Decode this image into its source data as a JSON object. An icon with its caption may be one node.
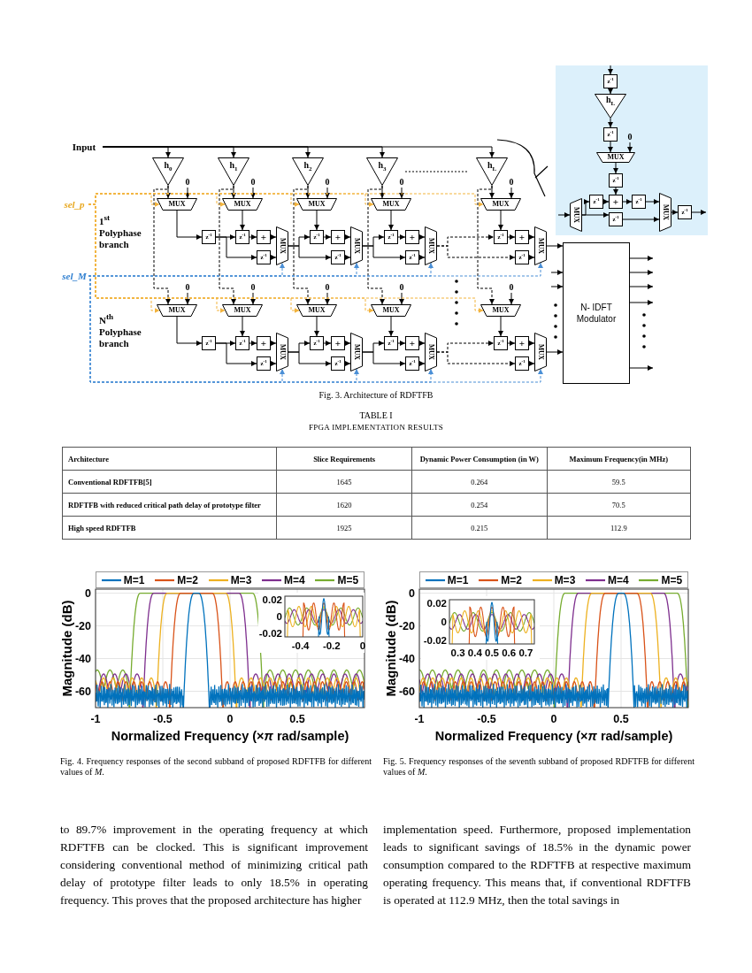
{
  "diagram": {
    "nodes": [
      {
        "text": [
          "Input"
        ]
      },
      {
        "text": [
          "h$_{0}$"
        ]
      },
      {
        "text": [
          "h$_{1}$"
        ]
      },
      {
        "text": [
          "h$_{2}$"
        ]
      },
      {
        "text": [
          "h$_{3}$"
        ]
      },
      {
        "text": [
          "h$_{L}$"
        ]
      },
      {
        "text": [
          "0"
        ]
      },
      {
        "text": [
          "MUX"
        ]
      },
      {
        "text": [
          "0"
        ]
      },
      {
        "text": [
          "MUX"
        ]
      },
      {
        "text": [
          "0"
        ]
      },
      {
        "text": [
          "MUX"
        ]
      },
      {
        "text": [
          "0"
        ]
      },
      {
        "text": [
          "MUX"
        ]
      },
      {
        "text": [
          "0"
        ]
      },
      {
        "text": [
          "MUX"
        ]
      },
      {
        "text": [
          "z$^{-1}$"
        ]
      },
      {
        "text": [
          "z$^{-1}$"
        ]
      },
      {
        "text": [
          "+"
        ]
      },
      {
        "text": [
          "z$^{-1}$"
        ]
      },
      {
        "text": [
          "MUX"
        ]
      },
      {
        "text": [
          "z$^{-1}$"
        ]
      },
      {
        "text": [
          "+"
        ]
      },
      {
        "text": [
          "z$^{-1}$"
        ]
      },
      {
        "text": [
          "MUX"
        ]
      },
      {
        "text": [
          "z$^{-1}$"
        ]
      },
      {
        "text": [
          "+"
        ]
      },
      {
        "text": [
          "z$^{-1}$"
        ]
      },
      {
        "text": [
          "MUX"
        ]
      },
      {
        "text": [
          "z$^{-1}$"
        ]
      },
      {
        "text": [
          "+"
        ]
      },
      {
        "text": [
          "z$^{-1}$"
        ]
      },
      {
        "text": [
          "MUX"
        ]
      },
      {
        "text": [
          "0"
        ]
      },
      {
        "text": [
          "MUX"
        ]
      },
      {
        "text": [
          "0"
        ]
      },
      {
        "text": [
          "MUX"
        ]
      },
      {
        "text": [
          "0"
        ]
      },
      {
        "text": [
          "MUX"
        ]
      },
      {
        "text": [
          "0"
        ]
      },
      {
        "text": [
          "MUX"
        ]
      },
      {
        "text": [
          "0"
        ]
      },
      {
        "text": [
          "MUX"
        ]
      },
      {
        "text": [
          "z$^{-1}$"
        ]
      },
      {
        "text": [
          "z$^{-1}$"
        ]
      },
      {
        "text": [
          "+"
        ]
      },
      {
        "text": [
          "z$^{-1}$"
        ]
      },
      {
        "text": [
          "MUX"
        ]
      },
      {
        "text": [
          "z$^{-1}$"
        ]
      },
      {
        "text": [
          "+"
        ]
      },
      {
        "text": [
          "z$^{-1}$"
        ]
      },
      {
        "text": [
          "MUX"
        ]
      },
      {
        "text": [
          "z$^{-1}$"
        ]
      },
      {
        "text": [
          "+"
        ]
      },
      {
        "text": [
          "z$^{-1}$"
        ]
      },
      {
        "text": [
          "MUX"
        ]
      },
      {
        "text": [
          "z$^{-1}$"
        ]
      },
      {
        "text": [
          "+"
        ]
      },
      {
        "text": [
          "z$^{-1}$"
        ]
      },
      {
        "text": [
          "MUX"
        ]
      },
      {
        "text": [
          "sel_p"
        ]
      },
      {
        "text": [
          "sel_M"
        ]
      },
      {
        "text": [
          "N- IDFT Modulator"
        ]
      },
      {
        "text": [],
        "shape": "box"
      },
      {
        "text": [
          "z$^{-1}$"
        ],
        "in": 63
      },
      {
        "text": [
          "h$_{L}$"
        ],
        "in": 63
      },
      {
        "text": [
          "z$^{-1}$"
        ],
        "in": 63
      },
      {
        "text": [
          "0"
        ],
        "in": 63
      },
      {
        "text": [
          "MUX"
        ],
        "in": 63
      },
      {
        "text": [
          "z$^{-1}$"
        ],
        "in": 63
      },
      {
        "text": [
          "MUX"
        ],
        "in": 63
      },
      {
        "text": [
          "z$^{-1}$"
        ],
        "in": 63
      },
      {
        "text": [
          "+"
        ],
        "in": 63
      },
      {
        "text": [
          "z$^{-1}$"
        ],
        "in": 63
      },
      {
        "text": [
          "z$^{-1}$"
        ],
        "in": 63
      },
      {
        "text": [
          "MUX"
        ],
        "in": 63
      },
      {
        "text": [
          "z$^{-1}$"
        ],
        "in": 63
      }
    ],
    "edges": [
      {
        "from": 0,
        "to": 1,
        "arrow": "to"
      },
      {
        "from": 0,
        "to": 2,
        "arrow": "to"
      },
      {
        "from": 0,
        "to": 3,
        "arrow": "to"
      },
      {
        "from": 0,
        "to": 4,
        "arrow": "to"
      },
      {
        "from": 0,
        "to": 5,
        "arrow": "to"
      },
      {
        "from": 1,
        "to": 7,
        "arrow": "to"
      },
      {
        "from": 2,
        "to": 9,
        "arrow": "to"
      },
      {
        "from": 3,
        "to": 11,
        "arrow": "to"
      },
      {
        "from": 4,
        "to": 13,
        "arrow": "to"
      },
      {
        "from": 5,
        "to": 15,
        "arrow": "to"
      },
      {
        "from": 6,
        "to": 7,
        "arrow": "to"
      },
      {
        "from": 8,
        "to": 9,
        "arrow": "to"
      },
      {
        "from": 10,
        "to": 11,
        "arrow": "to"
      },
      {
        "from": 12,
        "to": 13,
        "arrow": "to"
      },
      {
        "from": 14,
        "to": 15,
        "arrow": "to"
      },
      {
        "from": 7,
        "to": 16,
        "arrow": "to"
      },
      {
        "from": 16,
        "to": 17,
        "arrow": "to"
      },
      {
        "from": 16,
        "to": 19,
        "arrow": "to"
      },
      {
        "from": 9,
        "to": 17,
        "arrow": "to"
      },
      {
        "from": 17,
        "to": 18,
        "arrow": "to"
      },
      {
        "from": 18,
        "to": 20,
        "arrow": "to"
      },
      {
        "from": 19,
        "to": 20,
        "arrow": "to"
      },
      {
        "from": 11,
        "to": 21,
        "arrow": "to"
      },
      {
        "from": 21,
        "to": 22,
        "arrow": "to"
      },
      {
        "from": 22,
        "to": 24,
        "arrow": "to"
      },
      {
        "from": 23,
        "to": 24,
        "arrow": "to"
      },
      {
        "from": 13,
        "to": 25,
        "arrow": "to"
      },
      {
        "from": 25,
        "to": 26,
        "arrow": "to"
      },
      {
        "from": 26,
        "to": 28,
        "arrow": "to"
      },
      {
        "from": 27,
        "to": 28,
        "arrow": "to"
      },
      {
        "from": 15,
        "to": 29,
        "arrow": "to"
      },
      {
        "from": 29,
        "to": 30,
        "arrow": "to"
      },
      {
        "from": 30,
        "to": 32,
        "arrow": "to"
      },
      {
        "from": 31,
        "to": 32,
        "arrow": "to"
      },
      {
        "from": 20,
        "to": 21,
        "arrow": "to"
      },
      {
        "from": 20,
        "to": 23,
        "arrow": "to"
      },
      {
        "from": 24,
        "to": 25,
        "arrow": "to"
      },
      {
        "from": 24,
        "to": 27,
        "arrow": "to"
      },
      {
        "from": 28,
        "to": 29,
        "arrow": "to",
        "style": "dashed"
      },
      {
        "from": 28,
        "to": 31,
        "arrow": "to",
        "style": "dashed"
      },
      {
        "from": 32,
        "to": 62,
        "arrow": "to"
      },
      {
        "from": 1,
        "to": 34,
        "arrow": "to",
        "style": "dashed"
      },
      {
        "from": 2,
        "to": 36,
        "arrow": "to",
        "style": "dashed"
      },
      {
        "from": 3,
        "to": 38,
        "arrow": "to",
        "style": "dashed"
      },
      {
        "from": 4,
        "to": 40,
        "arrow": "to",
        "style": "dashed"
      },
      {
        "from": 5,
        "to": 42,
        "arrow": "to",
        "style": "dashed"
      },
      {
        "from": 33,
        "to": 34,
        "arrow": "to"
      },
      {
        "from": 35,
        "to": 36,
        "arrow": "to"
      },
      {
        "from": 37,
        "to": 38,
        "arrow": "to"
      },
      {
        "from": 39,
        "to": 40,
        "arrow": "to"
      },
      {
        "from": 41,
        "to": 42,
        "arrow": "to"
      },
      {
        "from": 34,
        "to": 43,
        "arrow": "to"
      },
      {
        "from": 43,
        "to": 44,
        "arrow": "to"
      },
      {
        "from": 43,
        "to": 46,
        "arrow": "to"
      },
      {
        "from": 36,
        "to": 44,
        "arrow": "to"
      },
      {
        "from": 44,
        "to": 45,
        "arrow": "to"
      },
      {
        "from": 45,
        "to": 47,
        "arrow": "to"
      },
      {
        "from": 46,
        "to": 47,
        "arrow": "to"
      },
      {
        "from": 38,
        "to": 48,
        "arrow": "to"
      },
      {
        "from": 48,
        "to": 49,
        "arrow": "to"
      },
      {
        "from": 49,
        "to": 51,
        "arrow": "to"
      },
      {
        "from": 50,
        "to": 51,
        "arrow": "to"
      },
      {
        "from": 40,
        "to": 52,
        "arrow": "to"
      },
      {
        "from": 52,
        "to": 53,
        "arrow": "to"
      },
      {
        "from": 53,
        "to": 55,
        "arrow": "to"
      },
      {
        "from": 54,
        "to": 55,
        "arrow": "to"
      },
      {
        "from": 42,
        "to": 56,
        "arrow": "to"
      },
      {
        "from": 56,
        "to": 57,
        "arrow": "to"
      },
      {
        "from": 57,
        "to": 59,
        "arrow": "to"
      },
      {
        "from": 58,
        "to": 59,
        "arrow": "to"
      },
      {
        "from": 47,
        "to": 48,
        "arrow": "to"
      },
      {
        "from": 47,
        "to": 50,
        "arrow": "to"
      },
      {
        "from": 51,
        "to": 52,
        "arrow": "to"
      },
      {
        "from": 51,
        "to": 54,
        "arrow": "to"
      },
      {
        "from": 55,
        "to": 56,
        "arrow": "to",
        "style": "dashed"
      },
      {
        "from": 55,
        "to": 58,
        "arrow": "to",
        "style": "dashed"
      },
      {
        "from": 59,
        "to": 62,
        "arrow": "to"
      },
      {
        "from": 60,
        "to": 7,
        "arrow": "to",
        "style": "dashed",
        "color": "#f2b33d"
      },
      {
        "from": 60,
        "to": 9,
        "arrow": "to",
        "style": "dashed",
        "color": "#f2b33d"
      },
      {
        "from": 60,
        "to": 11,
        "arrow": "to",
        "style": "dashed",
        "color": "#f2b33d"
      },
      {
        "from": 60,
        "to": 13,
        "arrow": "to",
        "style": "dashed",
        "color": "#f2b33d"
      },
      {
        "from": 60,
        "to": 15,
        "arrow": "to",
        "style": "dashed",
        "color": "#f2b33d"
      },
      {
        "from": 60,
        "to": 34,
        "arrow": "to",
        "style": "dashed",
        "color": "#f2b33d"
      },
      {
        "from": 60,
        "to": 36,
        "arrow": "to",
        "style": "dashed",
        "color": "#f2b33d"
      },
      {
        "from": 60,
        "to": 38,
        "arrow": "to",
        "style": "dashed",
        "color": "#f2b33d"
      },
      {
        "from": 60,
        "to": 40,
        "arrow": "to",
        "style": "dashed",
        "color": "#f2b33d"
      },
      {
        "from": 60,
        "to": 42,
        "arrow": "to",
        "style": "dashed",
        "color": "#f2b33d"
      },
      {
        "from": 61,
        "to": 20,
        "arrow": "to",
        "style": "dashed",
        "color": "#4a8fd6"
      },
      {
        "from": 61,
        "to": 24,
        "arrow": "to",
        "style": "dashed",
        "color": "#4a8fd6"
      },
      {
        "from": 61,
        "to": 28,
        "arrow": "to",
        "style": "dashed",
        "color": "#4a8fd6"
      },
      {
        "from": 61,
        "to": 32,
        "arrow": "to",
        "style": "dashed",
        "color": "#4a8fd6"
      },
      {
        "from": 61,
        "to": 47,
        "arrow": "to",
        "style": "dashed",
        "color": "#4a8fd6"
      },
      {
        "from": 61,
        "to": 51,
        "arrow": "to",
        "style": "dashed",
        "color": "#4a8fd6"
      },
      {
        "from": 61,
        "to": 55,
        "arrow": "to",
        "style": "dashed",
        "color": "#4a8fd6"
      },
      {
        "from": 61,
        "to": 59,
        "arrow": "to",
        "style": "dashed",
        "color": "#4a8fd6"
      },
      {
        "from": null,
        "to": 62,
        "arrow": "to"
      },
      {
        "from": null,
        "to": 62,
        "arrow": "to"
      },
      {
        "from": 62,
        "to": null,
        "arrow": "to"
      },
      {
        "from": 62,
        "to": null,
        "arrow": "to"
      },
      {
        "from": 62,
        "to": null,
        "arrow": "to"
      },
      {
        "from": 62,
        "to": null,
        "arrow": "to"
      },
      {
        "from": 62,
        "to": null,
        "arrow": "to"
      },
      {
        "from": null,
        "to": 64,
        "arrow": "to"
      },
      {
        "from": 64,
        "to": 65,
        "arrow": "to"
      },
      {
        "from": 65,
        "to": 66,
        "arrow": "to"
      },
      {
        "from": 66,
        "to": 68,
        "arrow": "to"
      },
      {
        "from": 67,
        "to": 68,
        "arrow": "to"
      },
      {
        "from": 68,
        "to": 69,
        "arrow": "to"
      },
      {
        "from": 69,
        "to": 72,
        "arrow": "to"
      },
      {
        "from": null,
        "to": 70,
        "arrow": "to"
      },
      {
        "from": 70,
        "to": 71,
        "arrow": "to"
      },
      {
        "from": 70,
        "to": 74,
        "arrow": "to"
      },
      {
        "from": 71,
        "to": 72,
        "arrow": "to"
      },
      {
        "from": 72,
        "to": 73,
        "arrow": "to"
      },
      {
        "from": 73,
        "to": 75,
        "arrow": "to"
      },
      {
        "from": 74,
        "to": 75,
        "arrow": "to"
      },
      {
        "from": 75,
        "to": 76,
        "arrow": "to"
      },
      {
        "from": 76,
        "to": null,
        "arrow": "to"
      }
    ],
    "labels": [
      "1$^{st}$ Polyphase branch",
      "N$^{th}$ Polyphase branch",
      "Fig. 3. Architecture of RDFTFB",
      "TABLE I",
      "FPGA IMPLEMENTATION RESULTS",
      "Architecture",
      "Slice Requirements",
      "Dynamic Power Consumption (in W)",
      "Maximum Frequency(in MHz)",
      "Conventional RDFTFB[5]",
      "1645",
      "0.264",
      "59.5",
      "RDFTFB with reduced critical path delay of prototype filter",
      "1620",
      "0.254",
      "70.5",
      "High speed RDFTFB",
      "1925",
      "0.215",
      "112.9",
      "0",
      "-20",
      "-40",
      "-60",
      "-1",
      "-0.5",
      "0",
      "0.5",
      "Magnitude (dB)",
      "Normalized Frequency (×*π* rad/sample)",
      "0.02",
      "0",
      "-0.02",
      "-0.4",
      "-0.2",
      "0",
      "Fig. 4. Frequency responses of the second subband of proposed RDFTFB for different values of *M*.",
      "0",
      "-20",
      "-40",
      "-60",
      "-1",
      "-0.5",
      "0",
      "0.5",
      "Magnitude (dB)",
      "Normalized Frequency (×*π* rad/sample)",
      "0.02",
      "0",
      "-0.02",
      "0.3",
      "0.4",
      "0.5",
      "0.6",
      "0.7",
      "Fig. 5. Frequency responses of the seventh subband of proposed RDFTFB for different values of *M*.",
      "to 89.7% improvement in the operating frequency at which RDFTFB can be clocked. This is significant improvement considering conventional method of minimizing critical path delay of prototype filter leads to only 18.5% in operating frequency. This proves that the proposed architecture has higher",
      "implementation speed. Furthermore, proposed implementation leads to significant savings of 18.5% in the dynamic power consumption compared to the RDFTFB at respective maximum operating frequency. This means that, if conventional RDFTFB is operated at 112.9 MHz, then the total savings in"
    ],
    "legend": [
      {
        "text": "M=1"
      },
      {
        "text": "M=2"
      },
      {
        "text": "M=3"
      },
      {
        "text": "M=4"
      },
      {
        "text": "M=5"
      },
      {
        "text": "M=1"
      },
      {
        "text": "M=2"
      },
      {
        "text": "M=3"
      },
      {
        "text": "M=4"
      },
      {
        "text": "M=5"
      }
    ]
  }
}
